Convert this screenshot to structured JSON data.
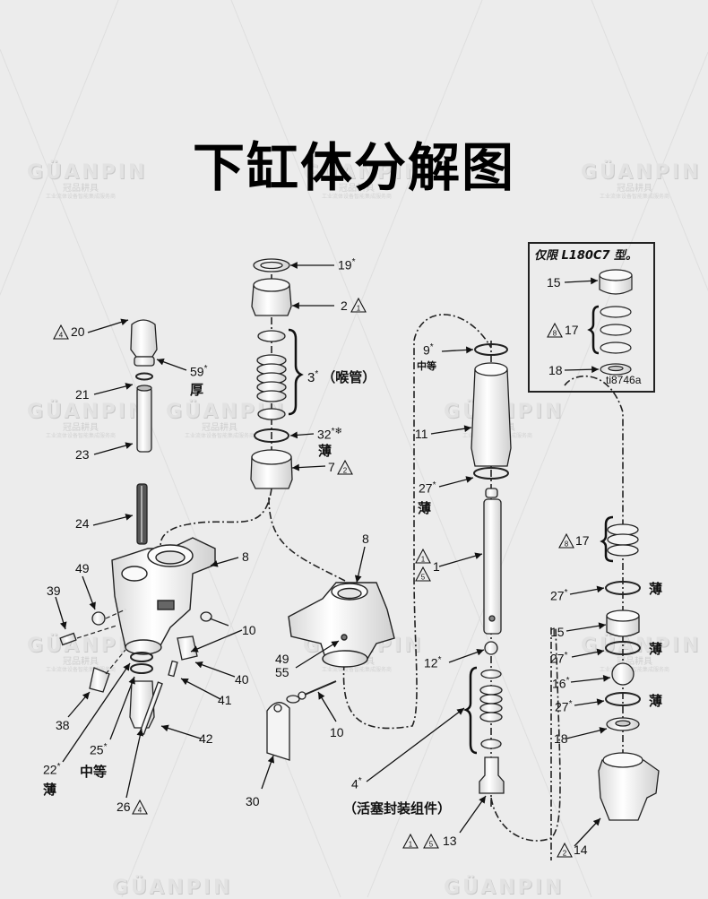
{
  "title": "下缸体分解图",
  "watermark": {
    "brand": "GÜANPIN",
    "brand_cn": "冠品耕具",
    "tagline": "工业流体设备智能集成服务商"
  },
  "inset": {
    "title": "仅限 L180C7 型。",
    "reference": "ti8746a",
    "labels": [
      {
        "num": "15"
      },
      {
        "num": "17",
        "warning": "8"
      },
      {
        "num": "18"
      }
    ]
  },
  "callouts": {
    "p19": {
      "num": "19",
      "star": "*"
    },
    "p2": {
      "num": "2",
      "warning": "1"
    },
    "p3": {
      "num": "3",
      "star": "*",
      "note": "（喉管）"
    },
    "p32": {
      "num": "32",
      "star": "*❄",
      "note": "薄"
    },
    "p7": {
      "num": "7",
      "warning": "2"
    },
    "p20": {
      "num": "20",
      "warning": "4"
    },
    "p59": {
      "num": "59",
      "star": "*",
      "note": "厚"
    },
    "p21": {
      "num": "21"
    },
    "p23": {
      "num": "23"
    },
    "p24": {
      "num": "24"
    },
    "p8a": {
      "num": "8"
    },
    "p49a": {
      "num": "49"
    },
    "p39": {
      "num": "39"
    },
    "p10a": {
      "num": "10"
    },
    "p40": {
      "num": "40"
    },
    "p41": {
      "num": "41"
    },
    "p42": {
      "num": "42"
    },
    "p38": {
      "num": "38"
    },
    "p25": {
      "num": "25",
      "star": "*",
      "note": "中等"
    },
    "p22": {
      "num": "22",
      "star": "*",
      "note": "薄"
    },
    "p26": {
      "num": "26",
      "warning": "4"
    },
    "p8b": {
      "num": "8"
    },
    "p49b": {
      "num": "49"
    },
    "p55": {
      "num": "55"
    },
    "p10b": {
      "num": "10"
    },
    "p30": {
      "num": "30"
    },
    "p9": {
      "num": "9",
      "star": "*",
      "note": "中等"
    },
    "p11": {
      "num": "11"
    },
    "p27a": {
      "num": "27",
      "star": "*",
      "note": "薄"
    },
    "p1": {
      "num": "1",
      "warnings": [
        "1",
        "5"
      ]
    },
    "p12": {
      "num": "12",
      "star": "*"
    },
    "p4": {
      "num": "4",
      "star": "*",
      "note": "（活塞封装组件）"
    },
    "p13": {
      "num": "13",
      "warnings": [
        "1",
        "5"
      ]
    },
    "p17": {
      "num": "17",
      "warning": "8"
    },
    "p27b": {
      "num": "27",
      "star": "*",
      "note": "薄"
    },
    "p15": {
      "num": "15"
    },
    "p27c": {
      "num": "27",
      "star": "*",
      "note": "薄"
    },
    "p16": {
      "num": "16",
      "star": "*"
    },
    "p27d": {
      "num": "27",
      "star": "*",
      "note": "薄"
    },
    "p18": {
      "num": "18"
    },
    "p14": {
      "num": "14",
      "warning": "2"
    }
  }
}
